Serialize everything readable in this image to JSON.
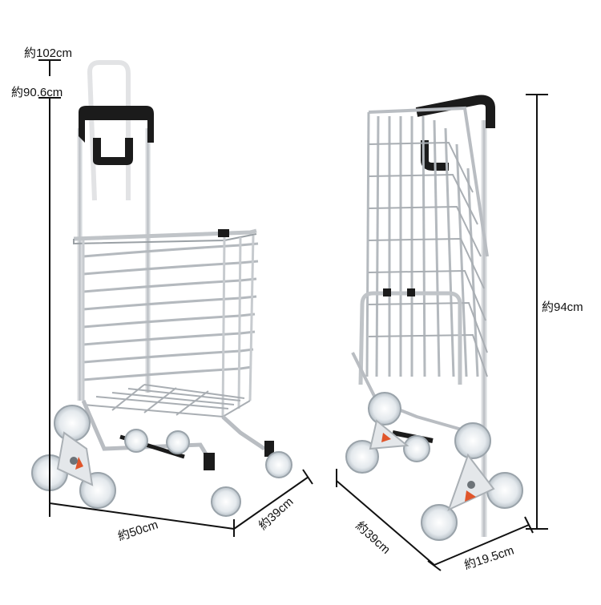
{
  "dimensions": {
    "height_extended": "約102cm",
    "height_collapsed": "約90.6cm",
    "width": "約50cm",
    "depth_front": "約39cm",
    "height_folded": "約94cm",
    "depth_side": "約39cm",
    "thickness_folded": "約19.5cm"
  },
  "colors": {
    "frame": "#c9ccd0",
    "frame_dark": "#8d9196",
    "handle": "#1b1b1b",
    "wheel": "#e8ecef",
    "wheel_hub": "#cfd6dc",
    "accent": "#e0552a",
    "line": "#111111"
  }
}
